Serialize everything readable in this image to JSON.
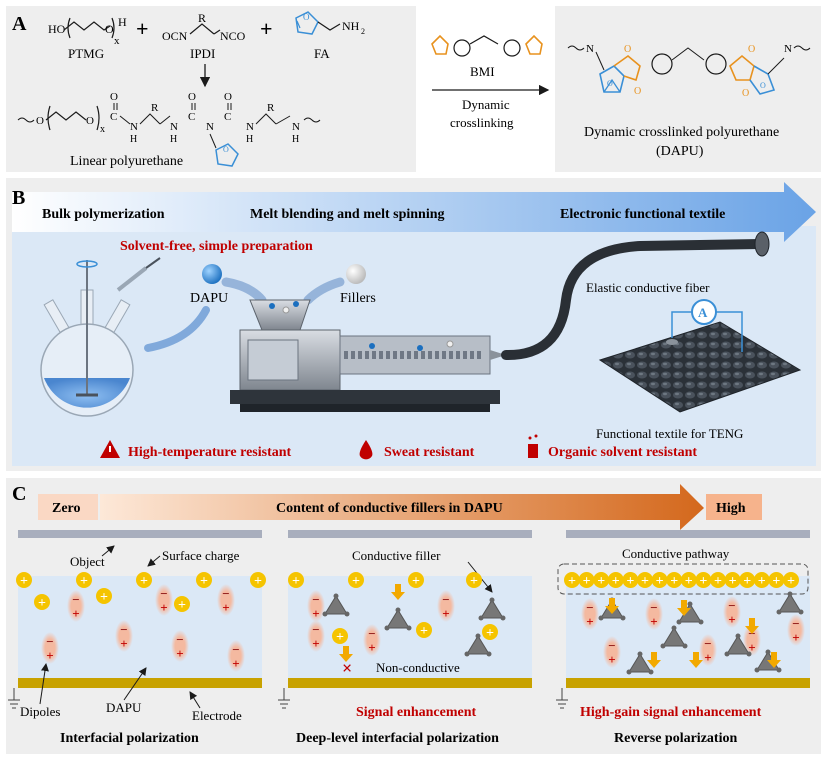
{
  "panelA": {
    "letter": "A",
    "ptmg": "PTMG",
    "ipdi": "IPDI",
    "fa": "FA",
    "plus1": "+",
    "plus2": "+",
    "ho": "HO",
    "h": "H",
    "x": "x",
    "r": "R",
    "ocn": "OCN",
    "nco": "NCO",
    "nh2": "NH",
    "two": "2",
    "o": "O",
    "c": "C",
    "n": "N",
    "linear": "Linear polyurethane",
    "bmi": "BMI",
    "dynamic": "Dynamic",
    "crosslinking": "crosslinking",
    "dapu_line1": "Dynamic crosslinked polyurethane",
    "dapu_line2": "(DAPU)"
  },
  "panelB": {
    "letter": "B",
    "step1": "Bulk polymerization",
    "step2": "Melt blending and melt spinning",
    "step3": "Electronic functional textile",
    "solvent_free": "Solvent-free, simple preparation",
    "dapu": "DAPU",
    "fillers": "Fillers",
    "fiber": "Elastic conductive fiber",
    "textile": "Functional textile for TENG",
    "ammeter": "A",
    "prop1": "High-temperature resistant",
    "prop2": "Sweat resistant",
    "prop3": "Organic solvent resistant"
  },
  "panelC": {
    "letter": "C",
    "zero": "Zero",
    "content": "Content of conductive fillers in DAPU",
    "high": "High",
    "object": "Object",
    "surface_charge": "Surface charge",
    "dipoles": "Dipoles",
    "dapu": "DAPU",
    "electrode": "Electrode",
    "conductive_filler": "Conductive filler",
    "non_conductive": "Non-conductive",
    "conductive_pathway": "Conductive pathway",
    "plus": "+",
    "minus": "−",
    "cross": "×",
    "sub1_red": "",
    "sub1": "Interfacial  polarization",
    "sub2_red": "Signal enhancement",
    "sub2": "Deep-level interfacial  polarization",
    "sub3_red": "High-gain signal enhancement",
    "sub3": "Reverse polarization"
  },
  "colors": {
    "panel_bg": "#eeeeee",
    "blue_box": "#dbe8f6",
    "red": "#c00000",
    "orange": "#e8921e",
    "blue_ring": "#3a8fd6",
    "electrode": "#c8a200",
    "object": "#a8aebd",
    "charge": "#f5c400"
  }
}
